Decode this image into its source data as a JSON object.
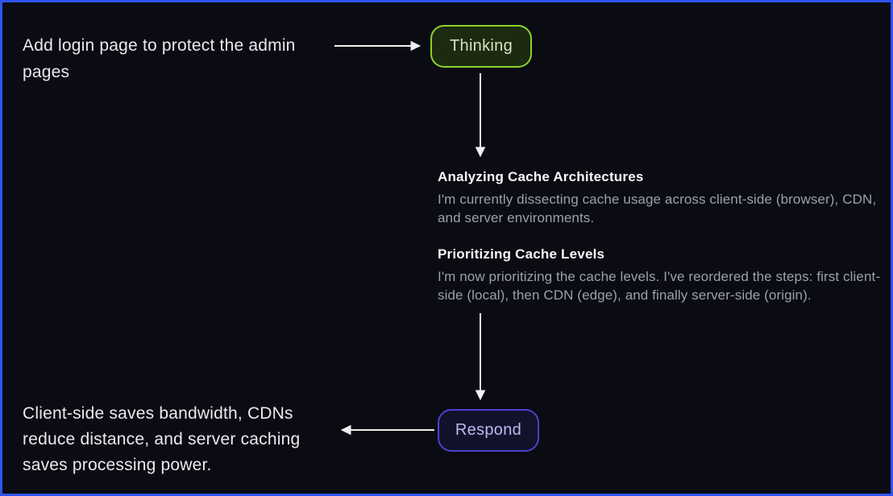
{
  "prompt": {
    "text": "Add login page to protect the admin pages"
  },
  "thinking_node": {
    "label": "Thinking"
  },
  "thought_blocks": [
    {
      "title": "Analyzing Cache Architectures",
      "body": "I'm currently dissecting cache usage across client-side (browser), CDN, and server environments."
    },
    {
      "title": "Prioritizing Cache Levels",
      "body": "I'm now prioritizing the cache levels. I've reordered the steps: first client-side (local), then CDN (edge), and finally server-side (origin)."
    }
  ],
  "respond_node": {
    "label": "Respond"
  },
  "response": {
    "text": "Client-side saves bandwidth, CDNs reduce distance, and server caching saves processing power."
  },
  "colors": {
    "canvas-bg": "#0b0b13",
    "canvas-border": "#2e53f1",
    "arrow": "#eef0f3",
    "primary-text": "#e9eaee",
    "heading-text": "#f7f8fa",
    "body-text": "#9ba0ac",
    "thinking-bg": "#1c2a10",
    "thinking-border": "#8bd427",
    "thinking-text": "#d5e2c2",
    "respond-bg": "#12122b",
    "respond-border": "#4a42cf",
    "respond-text": "#bcb9ef"
  }
}
